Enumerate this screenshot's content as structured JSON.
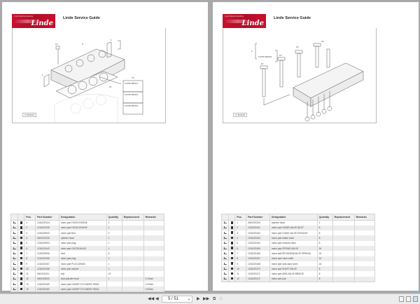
{
  "pages": [
    {
      "header": {
        "logo_tag": "Linde Material Handling",
        "logo_brand": "Linde",
        "title": "Linde Service Guide"
      },
      "drawing": {
        "id": "U7B03004",
        "callouts": [
          "1U700-3001-0",
          "1U700-3002-0",
          "1U700-3003-0"
        ],
        "description": "exploded view: cylinder head with gasket"
      },
      "table": {
        "columns": [
          "",
          "",
          "Pos.",
          "Part Number",
          "Designation",
          "Quantity",
          "Replacement",
          "Remarks"
        ],
        "rows": [
          {
            "pos": "1",
            "part_number": "1216220134",
            "designation": "motor part HOOK,ENGINE",
            "quantity": "2",
            "replacement": "",
            "remarks": ""
          },
          {
            "pos": "2",
            "part_number": "1216220135",
            "designation": "motor part HOOK,ENGINE",
            "quantity": "1",
            "replacement": "",
            "remarks": ""
          },
          {
            "pos": "3",
            "part_number": "1216220003",
            "designation": "motor part Bolt",
            "quantity": "3",
            "replacement": "",
            "remarks": ""
          },
          {
            "pos": "4",
            "part_number": "0400220130",
            "designation": "cylinder head",
            "quantity": "1",
            "replacement": "",
            "remarks": ""
          },
          {
            "pos": "5",
            "part_number": "1216220004",
            "designation": "motor part plug",
            "quantity": "1",
            "replacement": "",
            "remarks": ""
          },
          {
            "pos": "6",
            "part_number": "1216220143",
            "designation": "motor part CAP,SEALING",
            "quantity": "1",
            "replacement": "",
            "remarks": ""
          },
          {
            "pos": "7",
            "part_number": "1216220006",
            "designation": "rivet",
            "quantity": "6",
            "replacement": "",
            "remarks": ""
          },
          {
            "pos": "8",
            "part_number": "1216220156",
            "designation": "motor part plug",
            "quantity": "1",
            "replacement": "",
            "remarks": ""
          },
          {
            "pos": "9",
            "part_number": "1216220157",
            "designation": "motor part PLUG,DRAIN",
            "quantity": "1",
            "replacement": "",
            "remarks": ""
          },
          {
            "pos": "10",
            "part_number": "1216220158",
            "designation": "motor part washer",
            "quantity": "1",
            "replacement": "",
            "remarks": ""
          },
          {
            "pos": "11",
            "part_number": "0401111301",
            "designation": "bolt",
            "quantity": "10",
            "replacement": "",
            "remarks": ""
          },
          {
            "pos": "12",
            "part_number": "0400220000",
            "designation": "seal cylinder head",
            "quantity": "1",
            "replacement": "",
            "remarks": "0.10mm"
          },
          {
            "pos": "12",
            "part_number": "1216220159",
            "designation": "motor part GASKET,CYLINDER HEAD",
            "quantity": "",
            "replacement": "",
            "remarks": "0.20mm"
          },
          {
            "pos": "12",
            "part_number": "1216220160",
            "designation": "motor part GASKET,CYLINDER HEAD",
            "quantity": "",
            "replacement": "",
            "remarks": "0.30mm"
          }
        ]
      }
    },
    {
      "header": {
        "logo_tag": "Linde Material Handling",
        "logo_brand": "Linde",
        "title": "Linde Service Guide"
      },
      "drawing": {
        "id": "U7B03005",
        "callouts": [
          "1U700-3020-0"
        ],
        "description": "exploded view: valves and valve springs in cylinder head"
      },
      "table": {
        "columns": [
          "",
          "",
          "Pos.",
          "Part Number",
          "Designation",
          "Quantity",
          "Replacement",
          "Remarks"
        ],
        "rows": [
          {
            "pos": "1",
            "part_number": "0400220100",
            "designation": "cylinder head",
            "quantity": "1",
            "replacement": "",
            "remarks": ""
          },
          {
            "pos": "2",
            "part_number": "1216220161",
            "designation": "motor part GUIDE,VALVE,INLET",
            "quantity": "8",
            "replacement": "",
            "remarks": ""
          },
          {
            "pos": "3",
            "part_number": "1216220162",
            "designation": "motor part GUIDE,VALVE,EXHAUST",
            "quantity": "8",
            "replacement": "",
            "remarks": ""
          },
          {
            "pos": "4",
            "part_number": "1216220163",
            "designation": "motor part intake valve",
            "quantity": "8",
            "replacement": "",
            "remarks": ""
          },
          {
            "pos": "5",
            "part_number": "1216220164",
            "designation": "motor part exhaust valve",
            "quantity": "8",
            "replacement": "",
            "remarks": ""
          },
          {
            "pos": "6",
            "part_number": "1216220165",
            "designation": "motor part SPRING,VALVE",
            "quantity": "16",
            "replacement": "",
            "remarks": ""
          },
          {
            "pos": "7",
            "part_number": "1216220166",
            "designation": "motor part RETAINER(VALVE SPRING)",
            "quantity": "16",
            "replacement": "",
            "remarks": ""
          },
          {
            "pos": "8",
            "part_number": "1216220167",
            "designation": "motor part valve collet",
            "quantity": "16",
            "replacement": "",
            "remarks": ""
          },
          {
            "pos": "9",
            "part_number": "1216220168",
            "designation": "motor part seal-valve stem",
            "quantity": "16",
            "replacement": "",
            "remarks": ""
          },
          {
            "pos": "10",
            "part_number": "1216220170",
            "designation": "motor part SHAFT,VALVE",
            "quantity": "8",
            "replacement": "",
            "remarks": ""
          },
          {
            "pos": "11",
            "part_number": "1216220171",
            "designation": "motor part ARM,VALVE BRIDGE",
            "quantity": "8",
            "replacement": "",
            "remarks": ""
          },
          {
            "pos": "12",
            "part_number": "1216220172",
            "designation": "motor part pad",
            "quantity": "8",
            "replacement": "",
            "remarks": ""
          }
        ]
      }
    }
  ],
  "toolbar": {
    "first_icon": "first-page-icon",
    "prev_icon": "prev-page-icon",
    "page_indicator": "5 / 51",
    "next_icon": "next-page-icon",
    "last_icon": "last-page-icon",
    "copy_icon": "copy-icon",
    "select_icon": "select-icon",
    "view_modes": [
      "single-page-view",
      "continuous-view",
      "two-page-view"
    ],
    "active_view": "two-page-view"
  },
  "colors": {
    "brand_red": "#c8102e",
    "background": "#a9a9a9",
    "toolbar": "#ececec"
  }
}
